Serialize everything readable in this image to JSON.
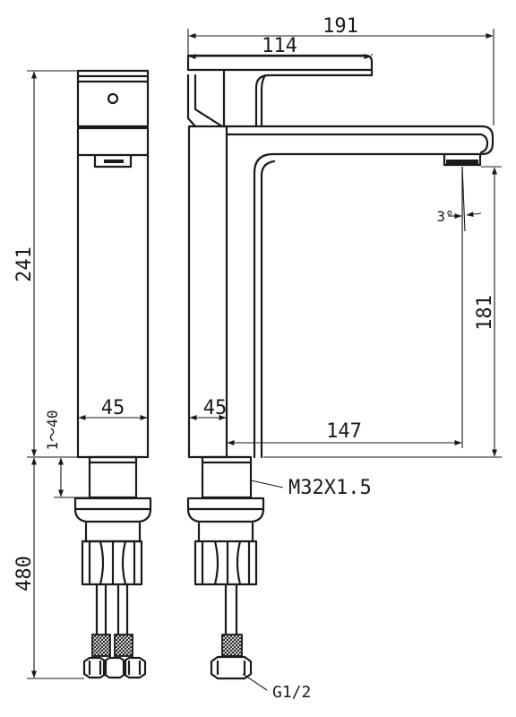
{
  "drawing": {
    "dims": {
      "overall_depth": "191",
      "handle_depth": "114",
      "total_height": "241",
      "spout_height": "181",
      "body_width_front": "45",
      "body_width_side": "45",
      "spout_reach": "147",
      "counter_thickness": "1～40",
      "hose_length": "480",
      "spout_angle": "3°"
    },
    "callouts": {
      "thread_spec": "M32X1.5",
      "hose_connection": "G1/2"
    }
  }
}
